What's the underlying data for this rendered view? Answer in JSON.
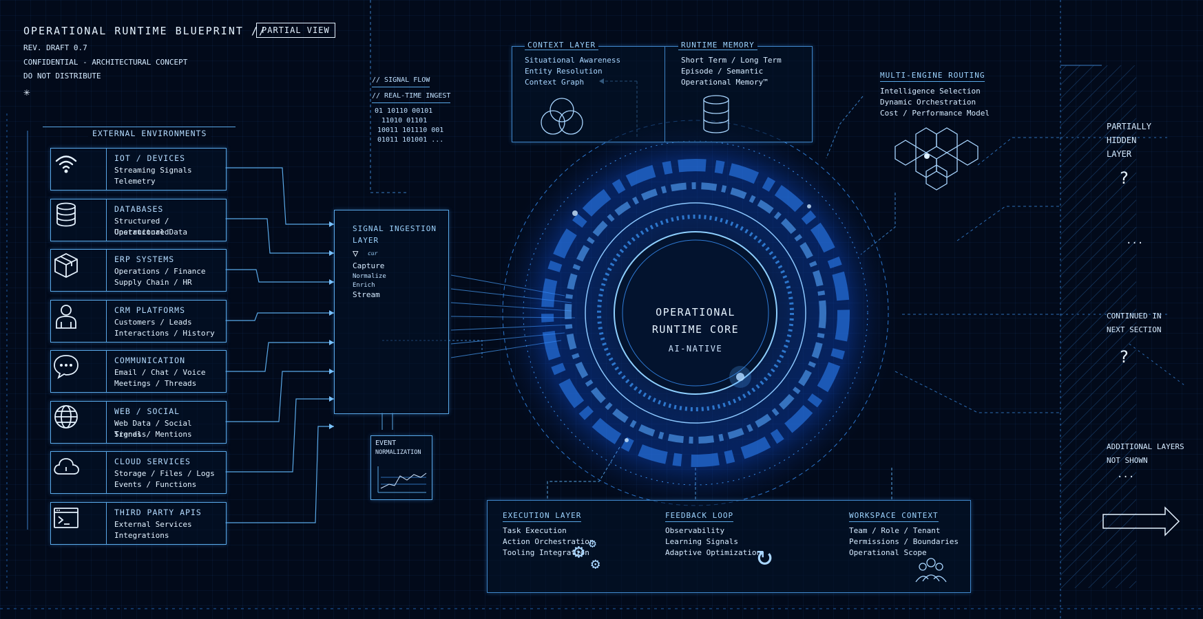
{
  "header": {
    "title": "OPERATIONAL RUNTIME BLUEPRINT //",
    "badge": "PARTIAL VIEW",
    "rev": "REV. DRAFT 0.7",
    "conf": "CONFIDENTIAL - ARCHITECTURAL CONCEPT",
    "dist": "DO NOT DISTRIBUTE"
  },
  "external": {
    "heading": "EXTERNAL ENVIRONMENTS",
    "items": [
      {
        "title": "IOT / DEVICES",
        "l1": "Streaming Signals",
        "l2": "Telemetry",
        "icon": "wifi-icon"
      },
      {
        "title": "DATABASES",
        "l1": "Structured / Unstructured",
        "l2": "Operational Data",
        "icon": "database-icon"
      },
      {
        "title": "ERP SYSTEMS",
        "l1": "Operations / Finance",
        "l2": "Supply Chain / HR",
        "icon": "box-icon"
      },
      {
        "title": "CRM PLATFORMS",
        "l1": "Customers / Leads",
        "l2": "Interactions / History",
        "icon": "person-icon"
      },
      {
        "title": "COMMUNICATION",
        "l1": "Email / Chat / Voice",
        "l2": "Meetings / Threads",
        "icon": "chat-bubble-icon"
      },
      {
        "title": "WEB / SOCIAL",
        "l1": "Web Data / Social Signals",
        "l2": "Trends / Mentions",
        "icon": "globe-icon"
      },
      {
        "title": "CLOUD SERVICES",
        "l1": "Storage / Files / Logs",
        "l2": "Events / Functions",
        "icon": "cloud-icon"
      },
      {
        "title": "THIRD PARTY APIS",
        "l1": "External Services",
        "l2": "Integrations",
        "icon": "terminal-icon"
      }
    ]
  },
  "signal_flow": {
    "l1": "// SIGNAL FLOW",
    "l2": "// REAL-TIME INGEST",
    "bits": [
      "01 10110 00101",
      "11010 01101",
      "10011 101110 001",
      "01011 101001 ..."
    ]
  },
  "ingestion": {
    "title1": "SIGNAL INGESTION",
    "title2": "LAYER",
    "small": "cur",
    "steps": [
      "Capture",
      "Normalize",
      "Enrich",
      "Stream"
    ]
  },
  "event": {
    "l1": "EVENT",
    "l2": "NORMALIZATION"
  },
  "context": {
    "title": "CONTEXT LAYER",
    "items": [
      "Situational Awareness",
      "Entity Resolution",
      "Context Graph"
    ]
  },
  "memory": {
    "title": "RUNTIME MEMORY",
    "items": [
      "Short Term / Long Term",
      "Episode / Semantic",
      "Operational Memory™"
    ]
  },
  "routing": {
    "title": "MULTI-ENGINE ROUTING",
    "items": [
      "Intelligence Selection",
      "Dynamic Orchestration",
      "Cost / Performance Model"
    ]
  },
  "core": {
    "l1": "OPERATIONAL",
    "l2": "RUNTIME CORE",
    "l3": "AI-NATIVE"
  },
  "execution": {
    "title": "EXECUTION LAYER",
    "items": [
      "Task Execution",
      "Action Orchestration",
      "Tooling Integration"
    ]
  },
  "feedback": {
    "title": "FEEDBACK LOOP",
    "items": [
      "Observability",
      "Learning Signals",
      "Adaptive Optimization"
    ]
  },
  "workspace": {
    "title": "WORKSPACE CONTEXT",
    "items": [
      "Team / Role / Tenant",
      "Permissions / Boundaries",
      "Operational Scope"
    ]
  },
  "right": {
    "hidden": [
      "PARTIALLY",
      "HIDDEN",
      "LAYER"
    ],
    "q1": "?",
    "dots1": "...",
    "continued": [
      "CONTINUED IN",
      "NEXT SECTION"
    ],
    "q2": "?",
    "additional": [
      "ADDITIONAL LAYERS",
      "NOT SHOWN"
    ],
    "dots2": "..."
  },
  "colors": {
    "bg": "#020a1a",
    "accent": "#5aa9e8",
    "glow": "#1e7bff"
  }
}
